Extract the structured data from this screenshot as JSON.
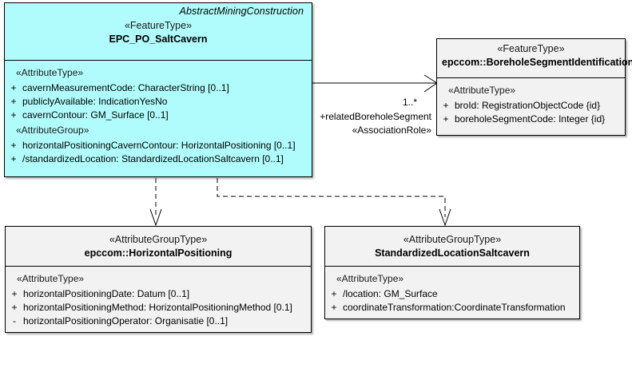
{
  "diagram": {
    "type": "uml-class-diagram",
    "colors": {
      "abstract_fill": "#b0fcfc",
      "class_fill": "#f2f2f2",
      "line": "#000000"
    }
  },
  "classes": {
    "salt_cavern": {
      "namespace": "AbstractMiningConstruction",
      "stereotype": "«FeatureType»",
      "name": "EPC_PO_SaltCavern",
      "groups": [
        {
          "stereotype": "«AttributeType»",
          "attributes": [
            {
              "visibility": "+",
              "text": "cavernMeasurementCode: CharacterString [0..1]"
            },
            {
              "visibility": "+",
              "text": "publiclyAvailable: IndicationYesNo"
            },
            {
              "visibility": "+",
              "text": "cavernContour: GM_Surface [0..1]"
            }
          ]
        },
        {
          "stereotype": "«AttributeGroup»",
          "attributes": [
            {
              "visibility": "+",
              "text": "horizontalPositioningCavernContour: HorizontalPositioning [0..1]"
            },
            {
              "visibility": "+",
              "text": "/standardizedLocation: StandardizedLocationSaltcavern [0..1]"
            }
          ]
        }
      ]
    },
    "borehole_segment": {
      "stereotype": "«FeatureType»",
      "name": "epccom::BoreholeSegmentIdentification",
      "groups": [
        {
          "stereotype": "«AttributeType»",
          "attributes": [
            {
              "visibility": "+",
              "text": "broId: RegistrationObjectCode {id}"
            },
            {
              "visibility": "+",
              "text": "boreholeSegmentCode: Integer {id}"
            }
          ]
        }
      ]
    },
    "horizontal_positioning": {
      "stereotype": "«AttributeGroupType»",
      "name": "epccom::HorizontalPositioning",
      "groups": [
        {
          "stereotype": "«AttributeType»",
          "attributes": [
            {
              "visibility": "+",
              "text": "horizontalPositioningDate: Datum [0..1]"
            },
            {
              "visibility": "+",
              "text": "horizontalPositioningMethod: HorizontalPositioningMethod [0.1]"
            },
            {
              "visibility": "-",
              "text": "horizontalPositioningOperator: Organisatie [0..1]"
            }
          ]
        }
      ]
    },
    "standardized_location": {
      "stereotype": "«AttributeGroupType»",
      "name": "StandardizedLocationSaltcavern",
      "groups": [
        {
          "stereotype": "«AttributeType»",
          "attributes": [
            {
              "visibility": "+",
              "text": "/location: GM_Surface"
            },
            {
              "visibility": "+",
              "text": "coordinateTransformation:CoordinateTransformation"
            }
          ]
        }
      ]
    }
  },
  "associations": {
    "borehole": {
      "multiplicity": "1..*",
      "role": "+relatedBoreholeSegment",
      "stereotype": "«AssociationRole»"
    }
  }
}
